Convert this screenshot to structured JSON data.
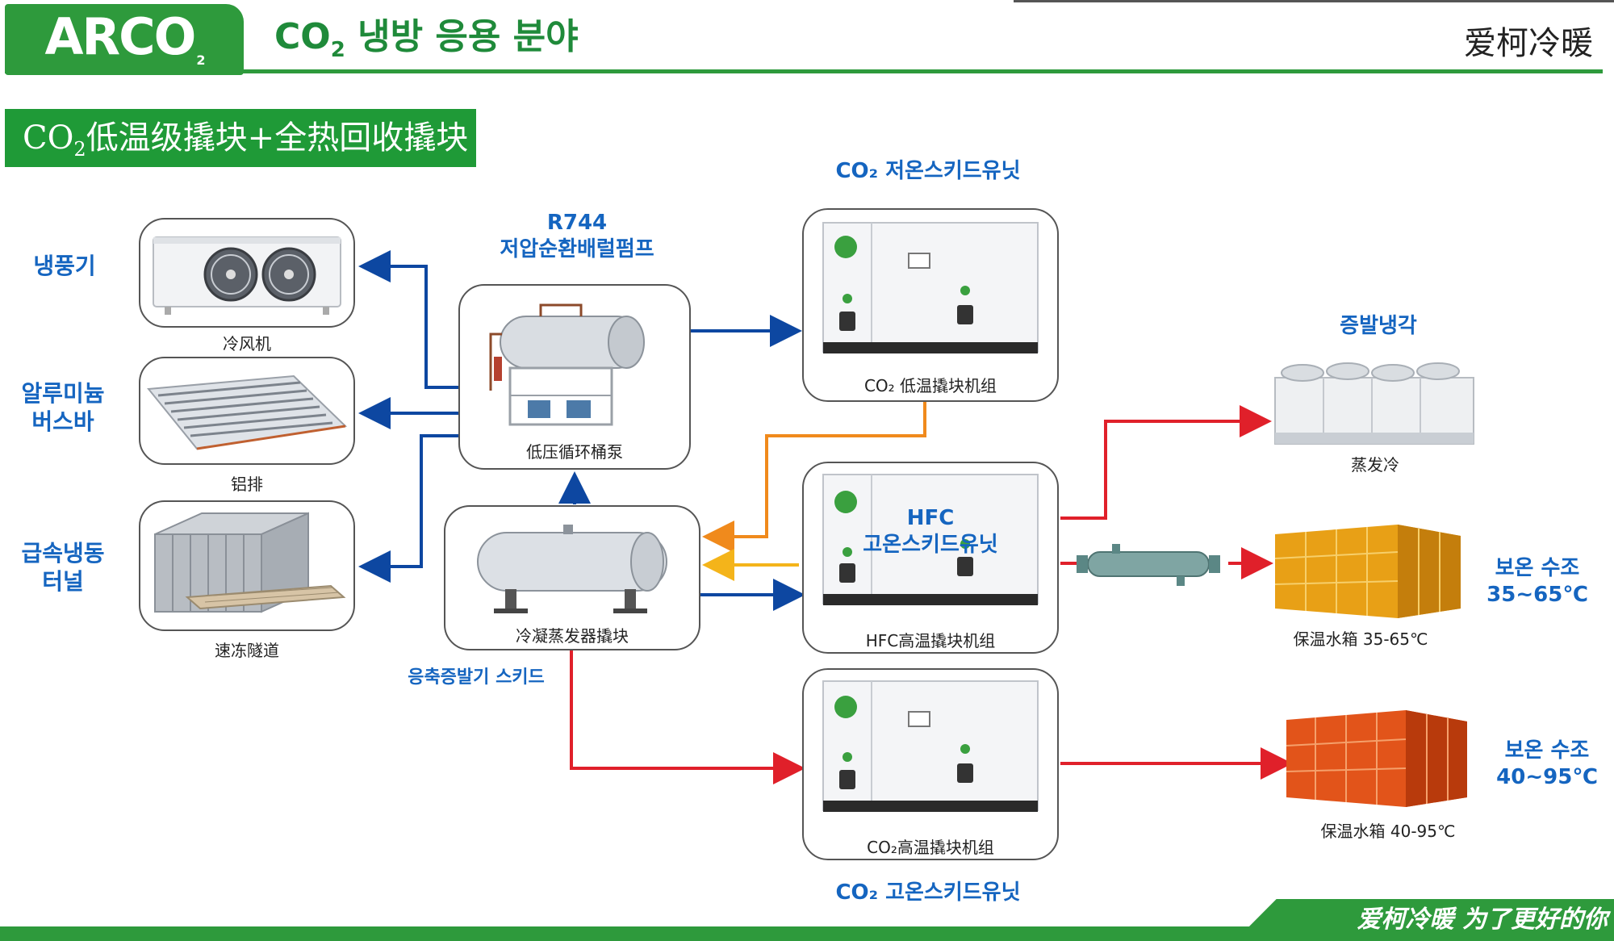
{
  "header": {
    "logo_text": "ARCO",
    "logo_sub": "2",
    "title_pre": "CO",
    "title_sub": "2",
    "title_post": " 냉방 응용 분야",
    "brand": "爱柯冷暖"
  },
  "section": {
    "label_pre": "CO",
    "label_sub": "2",
    "label_post": "低温级撬块+全热回收撬块"
  },
  "left_labels": {
    "air_cooler": "냉풍기",
    "alu_busbar_1": "알루미늄",
    "alu_busbar_2": "버스바",
    "quick_freeze_1": "급속냉동",
    "quick_freeze_2": "터널"
  },
  "left_captions": {
    "air_cooler": "冷风机",
    "alu_busbar": "铝排",
    "quick_freeze": "速冻隧道"
  },
  "pump": {
    "label_1": "R744",
    "label_2": "저압순환배럴펌프",
    "caption": "低压循环桶泵"
  },
  "condenser": {
    "caption": "冷凝蒸发器撬块",
    "label": "응축증발기 스키드"
  },
  "co2_low": {
    "label": "CO₂ 저온스키드유닛",
    "caption": "CO₂ 低温撬块机组"
  },
  "hfc": {
    "label_1": "HFC",
    "label_2": "고온스키드유닛",
    "caption": "HFC高温撬块机组"
  },
  "co2_high": {
    "label": "CO₂ 고온스키드유닛",
    "caption": "CO₂高温撬块机组"
  },
  "evap_cooler": {
    "label": "증발냉각",
    "caption": "蒸发冷"
  },
  "tank1": {
    "label_1": "보온 수조",
    "label_2": "35~65℃",
    "caption": "保温水箱 35-65℃"
  },
  "tank2": {
    "label_1": "보온 수조",
    "label_2": "40~95℃",
    "caption": "保温水箱 40-95℃"
  },
  "footer": {
    "slogan": "爱柯冷暖  为了更好的你"
  },
  "colors": {
    "green": "#2e9a3c",
    "blue_line": "#0d47a1",
    "red_line": "#e0202a",
    "orange_line": "#f08a1c",
    "yellow_line": "#f4b41a",
    "label_blue": "#1565c0"
  }
}
